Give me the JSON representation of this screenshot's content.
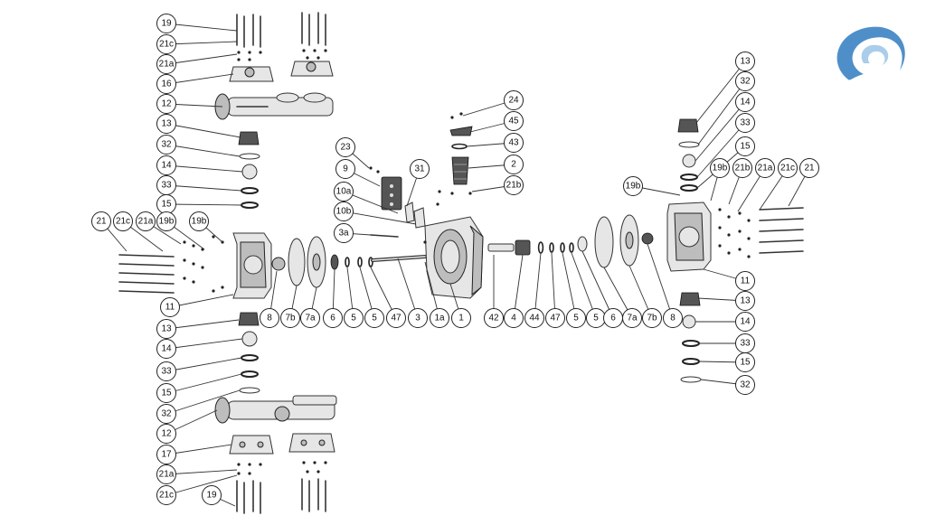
{
  "diagram": {
    "logo_colors": {
      "primary": "#4f8fc9",
      "light": "#a9cdea"
    },
    "callouts": {
      "left_top_col": [
        "19",
        "21c",
        "21a",
        "16",
        "12",
        "13",
        "32",
        "14",
        "33",
        "15"
      ],
      "left_side": [
        "21",
        "21c",
        "21a",
        "19b",
        "19b",
        "11"
      ],
      "left_bottom_col": [
        "13",
        "14",
        "33",
        "15",
        "32",
        "12",
        "17",
        "21a",
        "21c",
        "19"
      ],
      "center_top": [
        "24",
        "45",
        "43",
        "2",
        "21b",
        "23",
        "9",
        "31",
        "10a",
        "10b",
        "3a"
      ],
      "bottom_row": [
        "8",
        "7b",
        "7a",
        "6",
        "5",
        "5",
        "47",
        "3",
        "1a",
        "1",
        "42",
        "4",
        "44",
        "47",
        "5",
        "5",
        "6",
        "7a",
        "7b",
        "8"
      ],
      "right_col": [
        "13",
        "32",
        "14",
        "33",
        "15",
        "19b",
        "21b",
        "21a",
        "21c",
        "21",
        "11",
        "13",
        "14",
        "33",
        "15",
        "32"
      ]
    }
  }
}
